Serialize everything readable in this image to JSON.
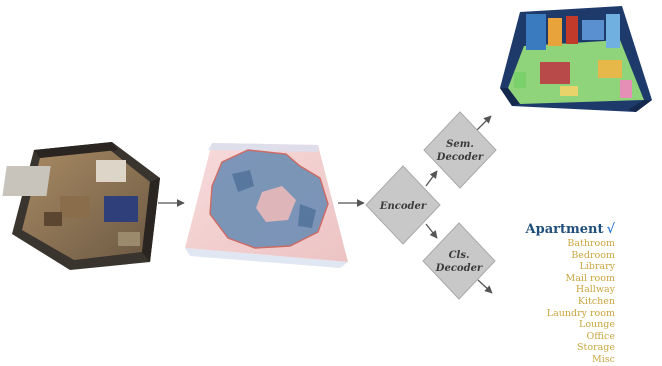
{
  "colors": {
    "arrow": "#555555",
    "diamond_fill": "#c8c8c8",
    "diamond_stroke": "#a9a9a9",
    "predicted_class": "#1f4e7a",
    "check_mark": "#2e7bd6",
    "class_items": "#c9a640",
    "volume_box": "#f3c6c6",
    "voxel_shape": "#6f8fb5"
  },
  "nodes": {
    "encoder": {
      "line1": "Encoder"
    },
    "sem_decoder": {
      "line1": "Sem.",
      "line2": "Decoder"
    },
    "cls_decoder": {
      "line1": "Cls.",
      "line2": "Decoder"
    }
  },
  "classification": {
    "predicted": "Apartment",
    "check": "√",
    "classes": [
      "Bathroom",
      "Bedroom",
      "Library",
      "Mail room",
      "Hallway",
      "Kitchen",
      "Laundry room",
      "Lounge",
      "Office",
      "Storage",
      "Misc"
    ]
  },
  "images": {
    "input_scene": "rgb-3d-apartment-scan",
    "voxel_volume": "voxelized-scene-volume",
    "segmentation_output": "semantic-segmentation-3d-scene"
  }
}
